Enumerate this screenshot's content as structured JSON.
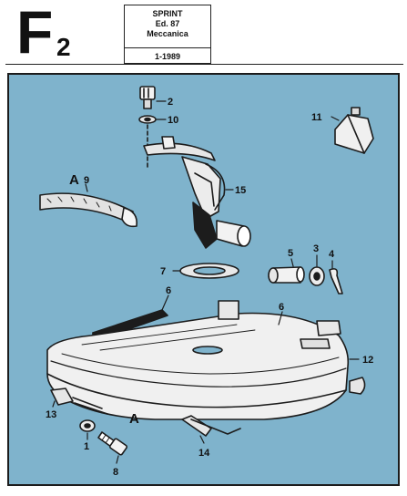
{
  "header": {
    "section_letter": "F",
    "section_number": "2",
    "box_lines": [
      "SPRINT",
      "Ed. 87",
      "Meccanica"
    ],
    "box_date": "1-1989"
  },
  "callouts": {
    "c1": "1",
    "c2": "2",
    "c3": "3",
    "c4": "4",
    "c5": "5",
    "c6a": "6",
    "c6b": "6",
    "c7": "7",
    "c8": "8",
    "c9": "9",
    "c10": "10",
    "c11": "11",
    "c12": "12",
    "c13": "13",
    "c14": "14",
    "c15": "15",
    "cA1": "A",
    "cA2": "A"
  },
  "colors": {
    "panel": "#7fb3cc",
    "line": "#1c1c1c"
  }
}
